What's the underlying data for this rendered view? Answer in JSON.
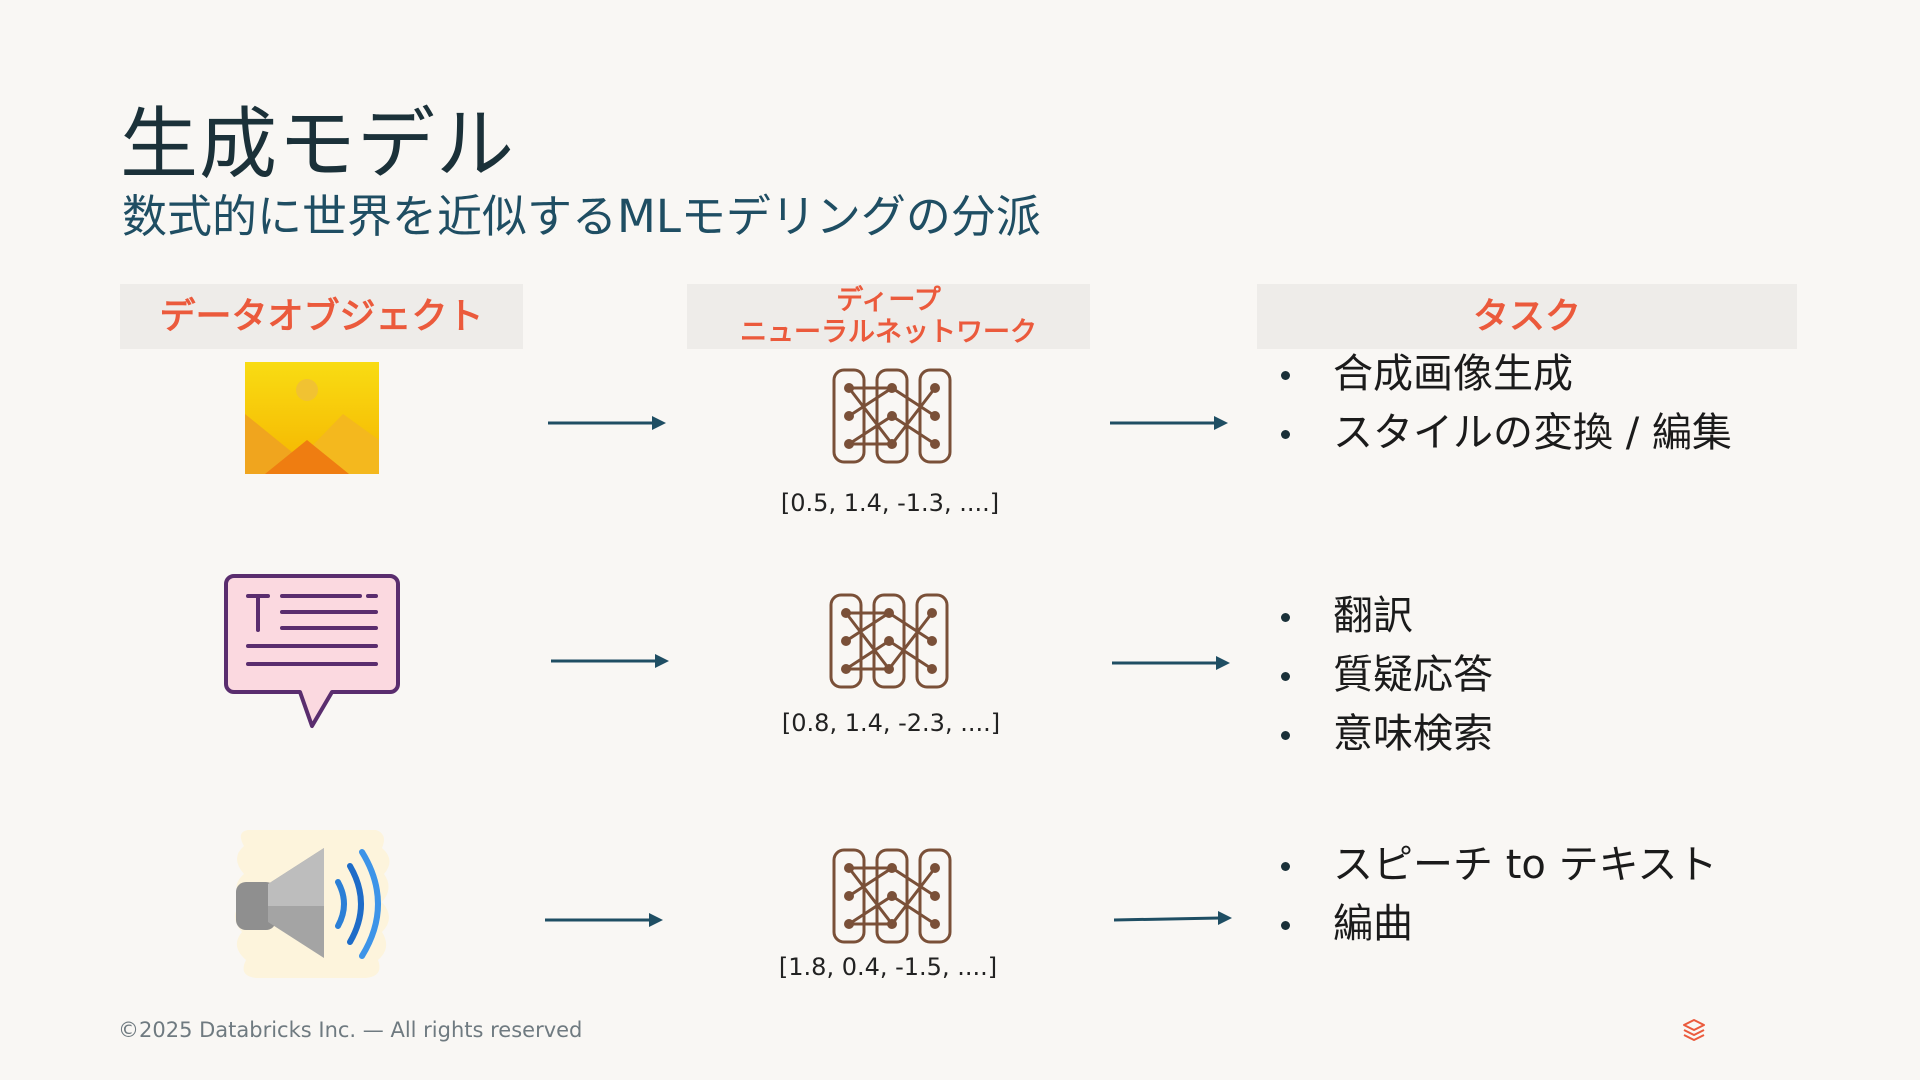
{
  "slide": {
    "title": "生成モデル",
    "subtitle": "数式的に世界を近似するMLモデリングの分派"
  },
  "columns": {
    "data_object": "データオブジェクト",
    "network_line1": "ディープ",
    "network_line2": "ニューラルネットワーク",
    "tasks": "タスク"
  },
  "rows": [
    {
      "icon": "image-icon",
      "vector": "[0.5, 1.4, -1.3, ....]",
      "tasks": [
        "合成画像生成",
        "スタイルの変換 / 編集"
      ]
    },
    {
      "icon": "text-message-icon",
      "vector": "[0.8, 1.4, -2.3, ....]",
      "tasks": [
        "翻訳",
        "質疑応答",
        "意味検索"
      ]
    },
    {
      "icon": "speaker-icon",
      "vector": "[1.8, 0.4, -1.5, ....]",
      "tasks": [
        "スピーチ to テキスト",
        "編曲"
      ]
    }
  ],
  "footer": {
    "copyright": "©2025 Databricks Inc. — All rights reserved",
    "logo_icon": "databricks-logo-icon"
  },
  "colors": {
    "header_accent": "#eb5a3c",
    "arrow": "#1f4e63",
    "network": "#7a5038",
    "title": "#1b3139"
  }
}
